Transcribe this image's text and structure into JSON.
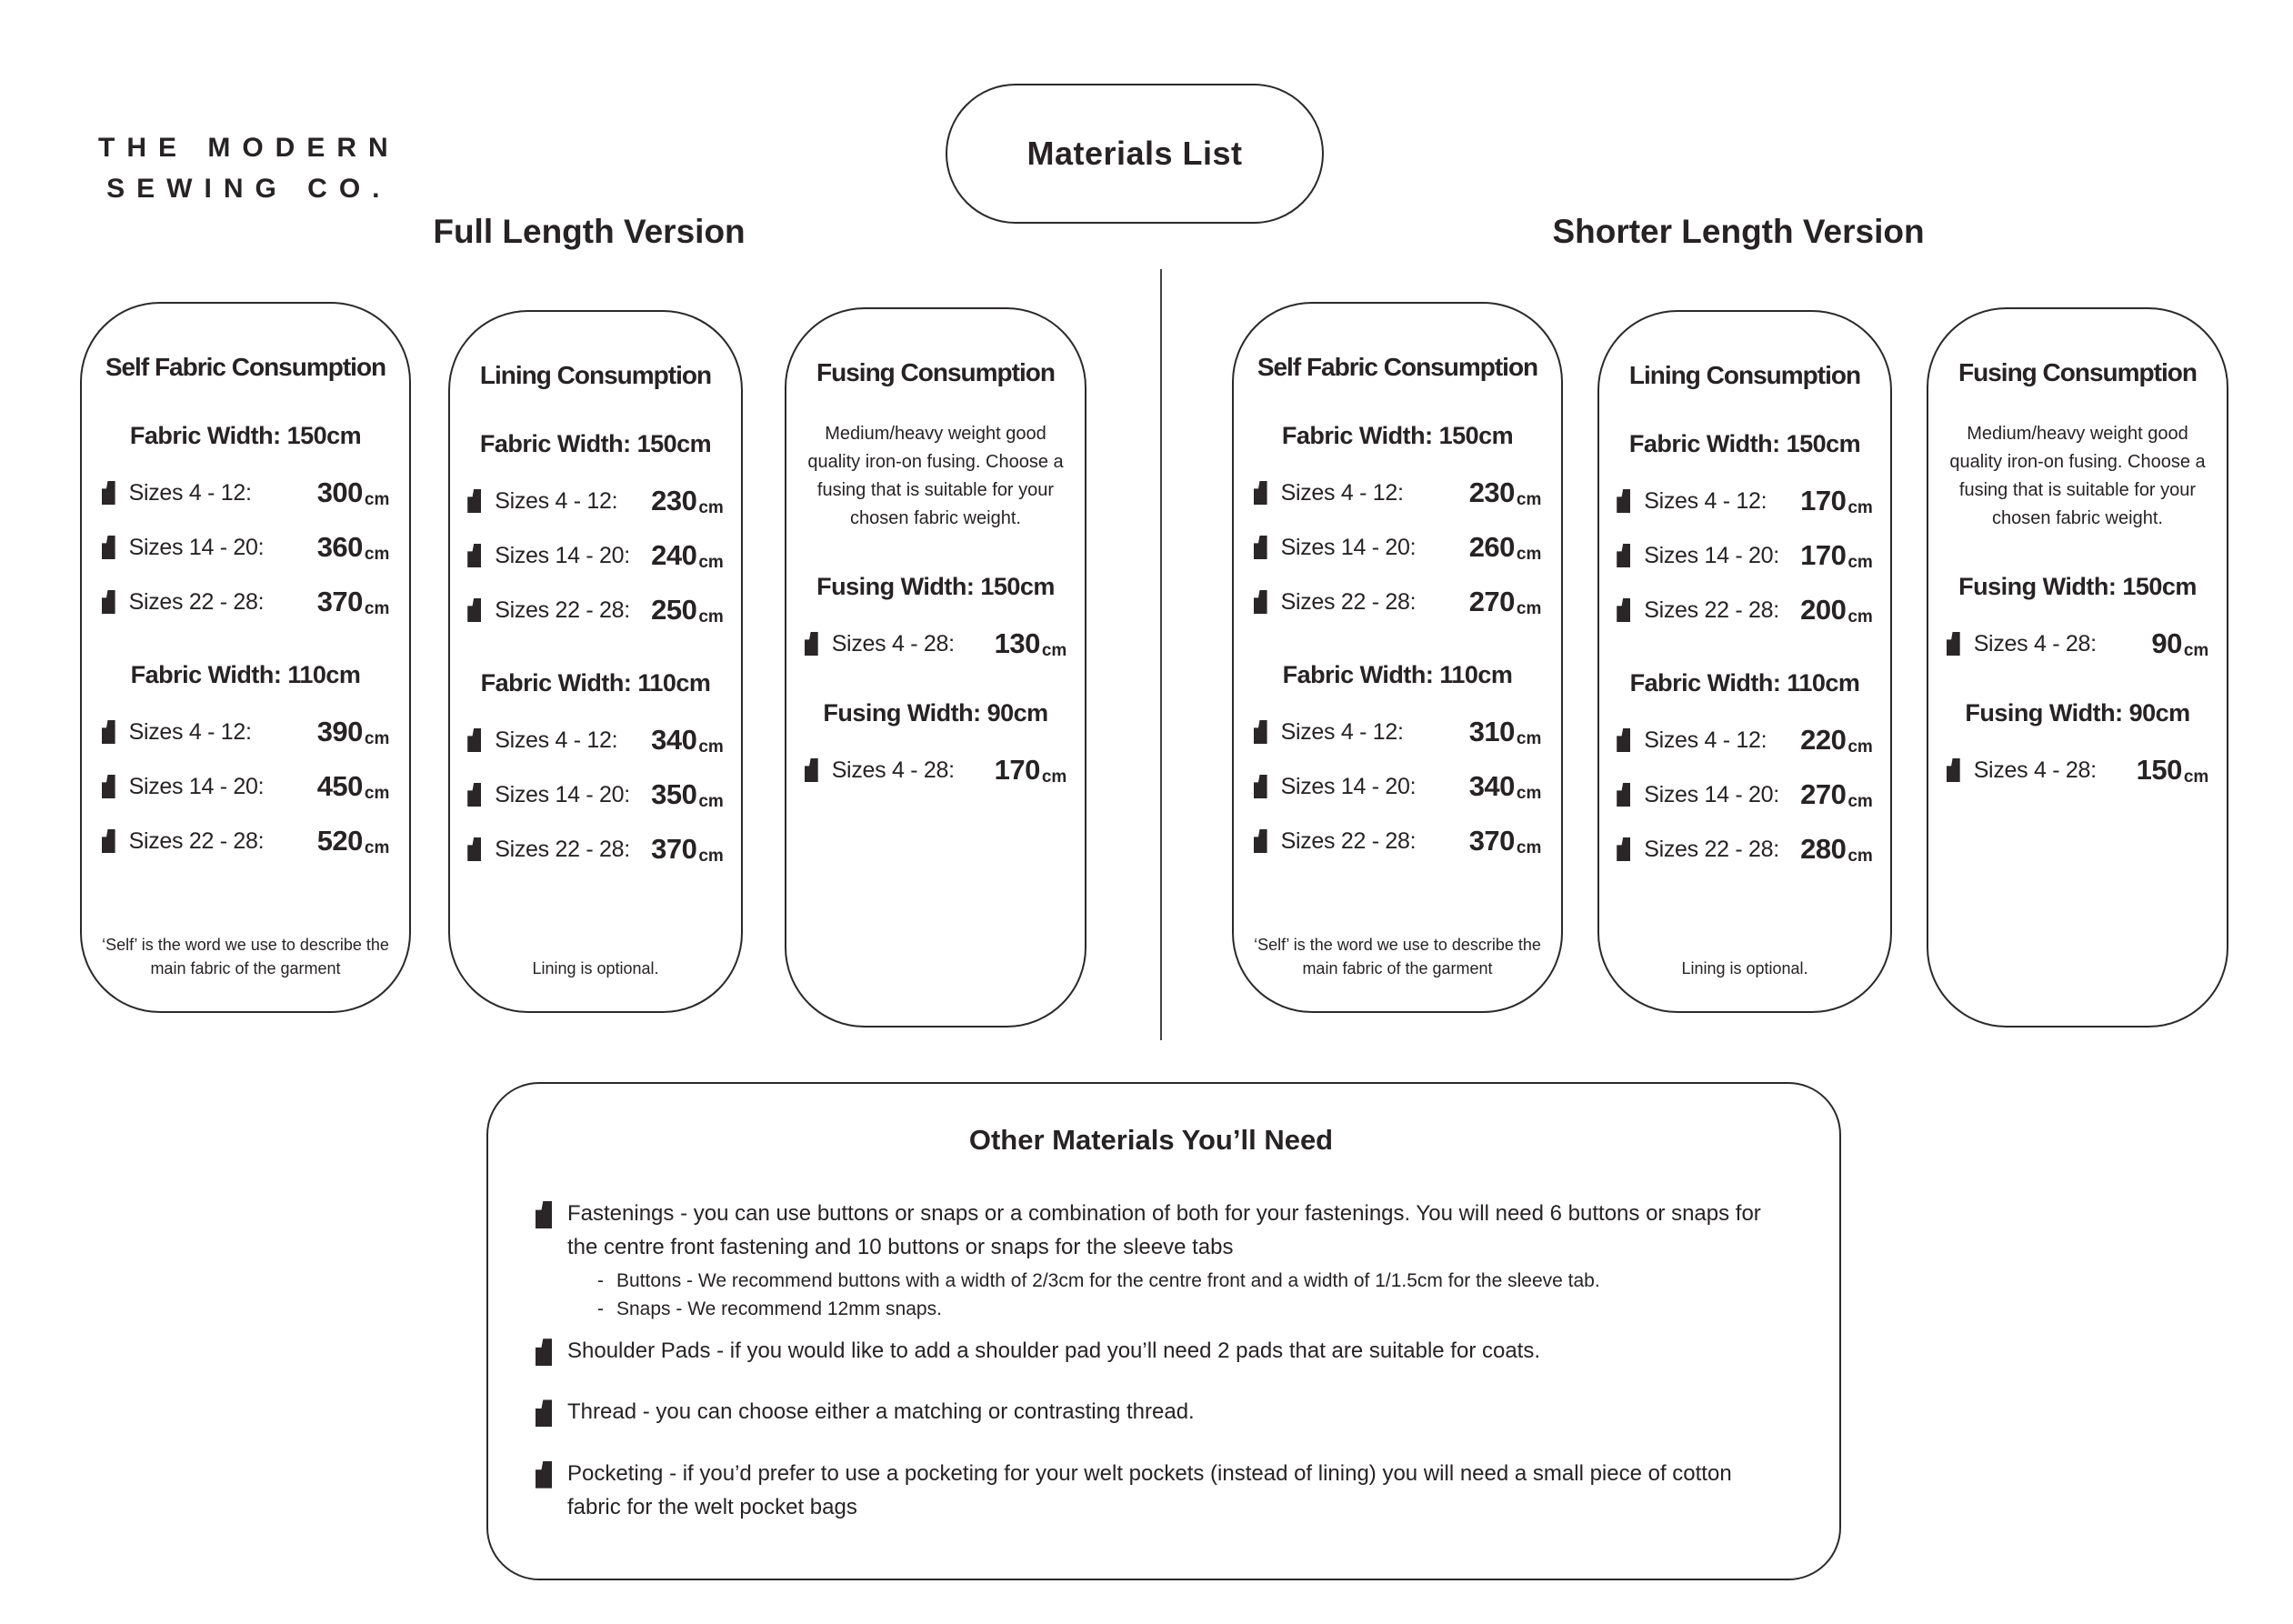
{
  "brand": {
    "line1": "THE MODERN",
    "line2": "SEWING CO."
  },
  "badge": "Materials List",
  "full": {
    "title": "Full Length Version",
    "self": {
      "title": "Self Fabric Consumption",
      "g1": {
        "heading": "Fabric Width: 150cm",
        "rows": [
          {
            "label": "Sizes 4 - 12:",
            "value": "300",
            "unit": "cm"
          },
          {
            "label": "Sizes 14 - 20:",
            "value": "360",
            "unit": "cm"
          },
          {
            "label": "Sizes 22 - 28:",
            "value": "370",
            "unit": "cm"
          }
        ]
      },
      "g2": {
        "heading": "Fabric Width: 110cm",
        "rows": [
          {
            "label": "Sizes 4 - 12:",
            "value": "390",
            "unit": "cm"
          },
          {
            "label": "Sizes 14 - 20:",
            "value": "450",
            "unit": "cm"
          },
          {
            "label": "Sizes 22 - 28:",
            "value": "520",
            "unit": "cm"
          }
        ]
      },
      "footnote": "‘Self’ is the word we use to describe the main fabric of the garment"
    },
    "lining": {
      "title": "Lining Consumption",
      "g1": {
        "heading": "Fabric Width: 150cm",
        "rows": [
          {
            "label": "Sizes 4 - 12:",
            "value": "230",
            "unit": "cm"
          },
          {
            "label": "Sizes 14 - 20:",
            "value": "240",
            "unit": "cm"
          },
          {
            "label": "Sizes 22 - 28:",
            "value": "250",
            "unit": "cm"
          }
        ]
      },
      "g2": {
        "heading": "Fabric Width: 110cm",
        "rows": [
          {
            "label": "Sizes 4 - 12:",
            "value": "340",
            "unit": "cm"
          },
          {
            "label": "Sizes 14 - 20:",
            "value": "350",
            "unit": "cm"
          },
          {
            "label": "Sizes 22 - 28:",
            "value": "370",
            "unit": "cm"
          }
        ]
      },
      "footnote": "Lining is optional."
    },
    "fusing": {
      "title": "Fusing Consumption",
      "intro": "Medium/heavy weight good quality iron-on fusing. Choose a fusing that is suitable for your chosen fabric weight.",
      "g1": {
        "heading": "Fusing Width: 150cm",
        "rows": [
          {
            "label": "Sizes 4 - 28:",
            "value": "130",
            "unit": "cm"
          }
        ]
      },
      "g2": {
        "heading": "Fusing Width: 90cm",
        "rows": [
          {
            "label": "Sizes 4 - 28:",
            "value": "170",
            "unit": "cm"
          }
        ]
      }
    }
  },
  "shorter": {
    "title": "Shorter Length Version",
    "self": {
      "title": "Self Fabric Consumption",
      "g1": {
        "heading": "Fabric Width: 150cm",
        "rows": [
          {
            "label": "Sizes 4 - 12:",
            "value": "230",
            "unit": "cm"
          },
          {
            "label": "Sizes 14 - 20:",
            "value": "260",
            "unit": "cm"
          },
          {
            "label": "Sizes 22 - 28:",
            "value": "270",
            "unit": "cm"
          }
        ]
      },
      "g2": {
        "heading": "Fabric Width: 110cm",
        "rows": [
          {
            "label": "Sizes 4 - 12:",
            "value": "310",
            "unit": "cm"
          },
          {
            "label": "Sizes 14 - 20:",
            "value": "340",
            "unit": "cm"
          },
          {
            "label": "Sizes 22 - 28:",
            "value": "370",
            "unit": "cm"
          }
        ]
      },
      "footnote": "‘Self’ is the word we use to describe the main fabric of the garment"
    },
    "lining": {
      "title": "Lining Consumption",
      "g1": {
        "heading": "Fabric Width: 150cm",
        "rows": [
          {
            "label": "Sizes 4 - 12:",
            "value": "170",
            "unit": "cm"
          },
          {
            "label": "Sizes 14 - 20:",
            "value": "170",
            "unit": "cm"
          },
          {
            "label": "Sizes 22 - 28:",
            "value": "200",
            "unit": "cm"
          }
        ]
      },
      "g2": {
        "heading": "Fabric Width: 110cm",
        "rows": [
          {
            "label": "Sizes 4 - 12:",
            "value": "220",
            "unit": "cm"
          },
          {
            "label": "Sizes 14 - 20:",
            "value": "270",
            "unit": "cm"
          },
          {
            "label": "Sizes 22 - 28:",
            "value": "280",
            "unit": "cm"
          }
        ]
      },
      "footnote": "Lining is optional."
    },
    "fusing": {
      "title": "Fusing Consumption",
      "intro": "Medium/heavy weight good quality iron-on fusing. Choose a fusing that is suitable for your chosen fabric weight.",
      "g1": {
        "heading": "Fusing Width: 150cm",
        "rows": [
          {
            "label": "Sizes 4 - 28:",
            "value": "90",
            "unit": "cm"
          }
        ]
      },
      "g2": {
        "heading": "Fusing Width: 90cm",
        "rows": [
          {
            "label": "Sizes 4 - 28:",
            "value": "150",
            "unit": "cm"
          }
        ]
      }
    }
  },
  "other": {
    "title": "Other Materials You’ll Need",
    "dash": "-",
    "items": [
      {
        "text": "Fastenings - you can use buttons or snaps or a combination of both for your fastenings. You will need 6 buttons or snaps for the centre front fastening and 10 buttons or snaps for the sleeve tabs",
        "subitems": [
          "Buttons - We recommend buttons with a width of 2/3cm for the centre front and a width of 1/1.5cm for the sleeve tab.",
          "Snaps - We recommend 12mm snaps."
        ]
      },
      {
        "text": "Shoulder Pads - if you would like to add a shoulder pad you’ll need 2 pads that are suitable for coats."
      },
      {
        "text": "Thread - you can choose either a matching or contrasting thread."
      },
      {
        "text": "Pocketing - if you’d prefer to use a pocketing for your welt pockets (instead of lining) you will need a small piece of cotton fabric for the welt pocket bags"
      }
    ]
  }
}
